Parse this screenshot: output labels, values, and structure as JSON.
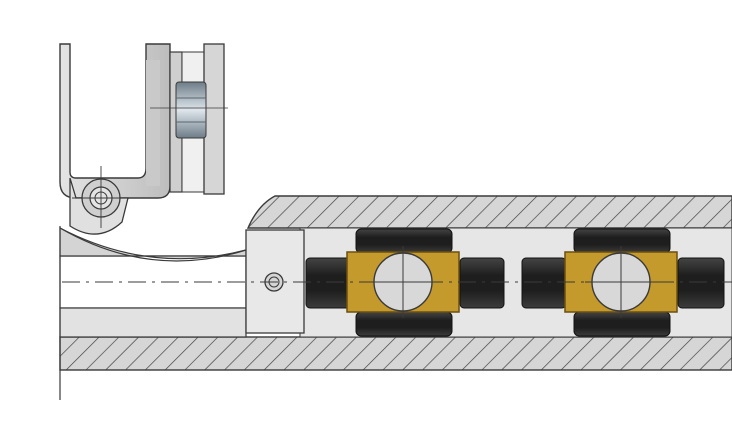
{
  "colors": {
    "background": "#ffffff",
    "outline": "#3a3a3a",
    "bracket_fill": "#d9d9d9",
    "bracket_shade": "#b9b9b9",
    "housing_fill": "#cfcfcf",
    "channel_fill": "#e6e6e6",
    "hatch": "#444444",
    "roller_dark": "#232323",
    "roller_highlight": "#6a6a6a",
    "carriage_fill": "#c59a2c",
    "carriage_edge": "#6b4f0f",
    "ball_fill": "#d8d8d8",
    "glass_fill": "#bfc6cc",
    "bolt_fill": "#a8b4be",
    "pin_fill": "#d0d0d0"
  },
  "components": {
    "hinge_bracket": "bracket",
    "glass_panel": "panel",
    "clamp_bolt": "bolt",
    "pivot_pin": "pin",
    "rail_housing": "housing",
    "end_block": "end-block",
    "carriages": [
      "carriage-1",
      "carriage-2"
    ]
  }
}
